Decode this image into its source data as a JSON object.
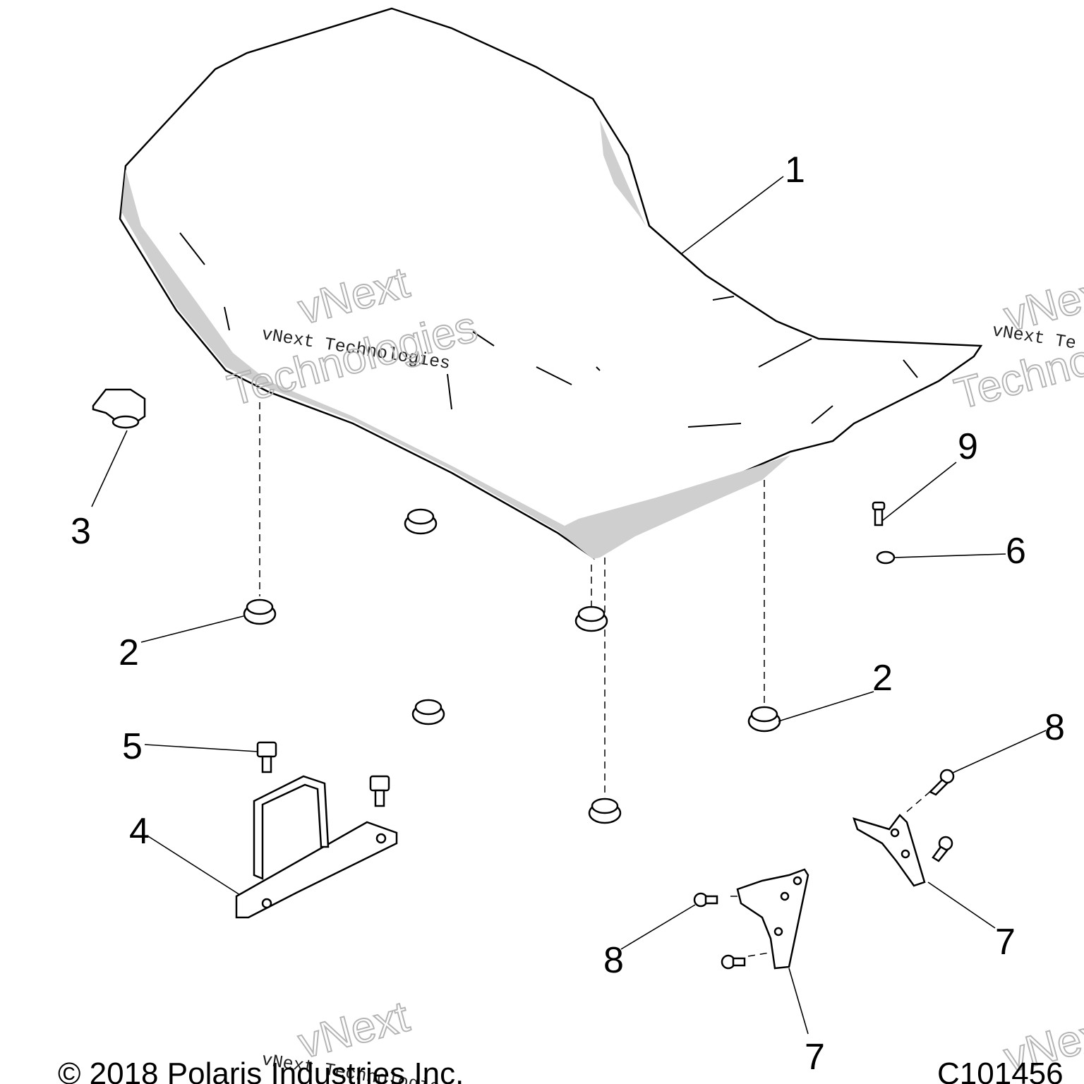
{
  "callouts": [
    {
      "id": "c1",
      "label": "1"
    },
    {
      "id": "c2a",
      "label": "2"
    },
    {
      "id": "c2b",
      "label": "2"
    },
    {
      "id": "c3",
      "label": "3"
    },
    {
      "id": "c4",
      "label": "4"
    },
    {
      "id": "c5",
      "label": "5"
    },
    {
      "id": "c6",
      "label": "6"
    },
    {
      "id": "c7a",
      "label": "7"
    },
    {
      "id": "c7b",
      "label": "7"
    },
    {
      "id": "c8a",
      "label": "8"
    },
    {
      "id": "c8b",
      "label": "8"
    },
    {
      "id": "c9",
      "label": "9"
    }
  ],
  "watermark": {
    "line": "vNext Technologies",
    "word1": "vNext",
    "word2": "Technologies",
    "cut_right": "vNext Te",
    "cut_right_2": "Technol",
    "cut_bottom": "vNext"
  },
  "footer": {
    "copyright": "© 2018 Polaris Industries Inc.",
    "drawing_number": "C101456"
  }
}
